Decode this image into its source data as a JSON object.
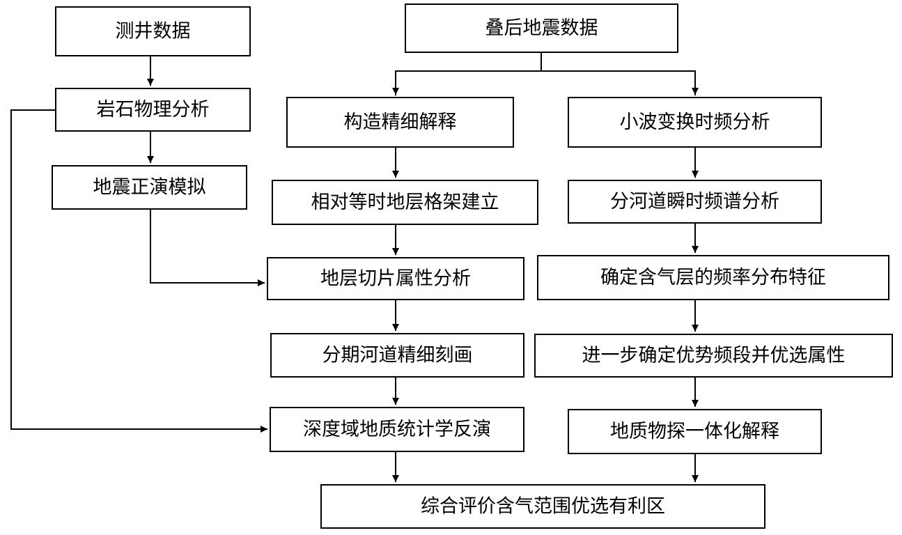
{
  "nodes": {
    "well_data": "测井数据",
    "seismic_data": "叠后地震数据",
    "rock_physics": "岩石物理分析",
    "forward_modeling": "地震正演模拟",
    "structure_interp": "构造精细解释",
    "wavelet_tf": "小波变换时频分析",
    "strat_framework": "相对等时地层格架建立",
    "channel_spectrum": "分河道瞬时频谱分析",
    "strat_slice": "地层切片属性分析",
    "gas_freq": "确定含气层的频率分布特征",
    "channel_detail": "分期河道精细刻画",
    "dominant_band": "进一步确定优势频段并优选属性",
    "geostat_inversion": "深度域地质统计学反演",
    "integrated_interp": "地质物探一体化解释",
    "evaluation": "综合评价含气范围优选有利区"
  }
}
